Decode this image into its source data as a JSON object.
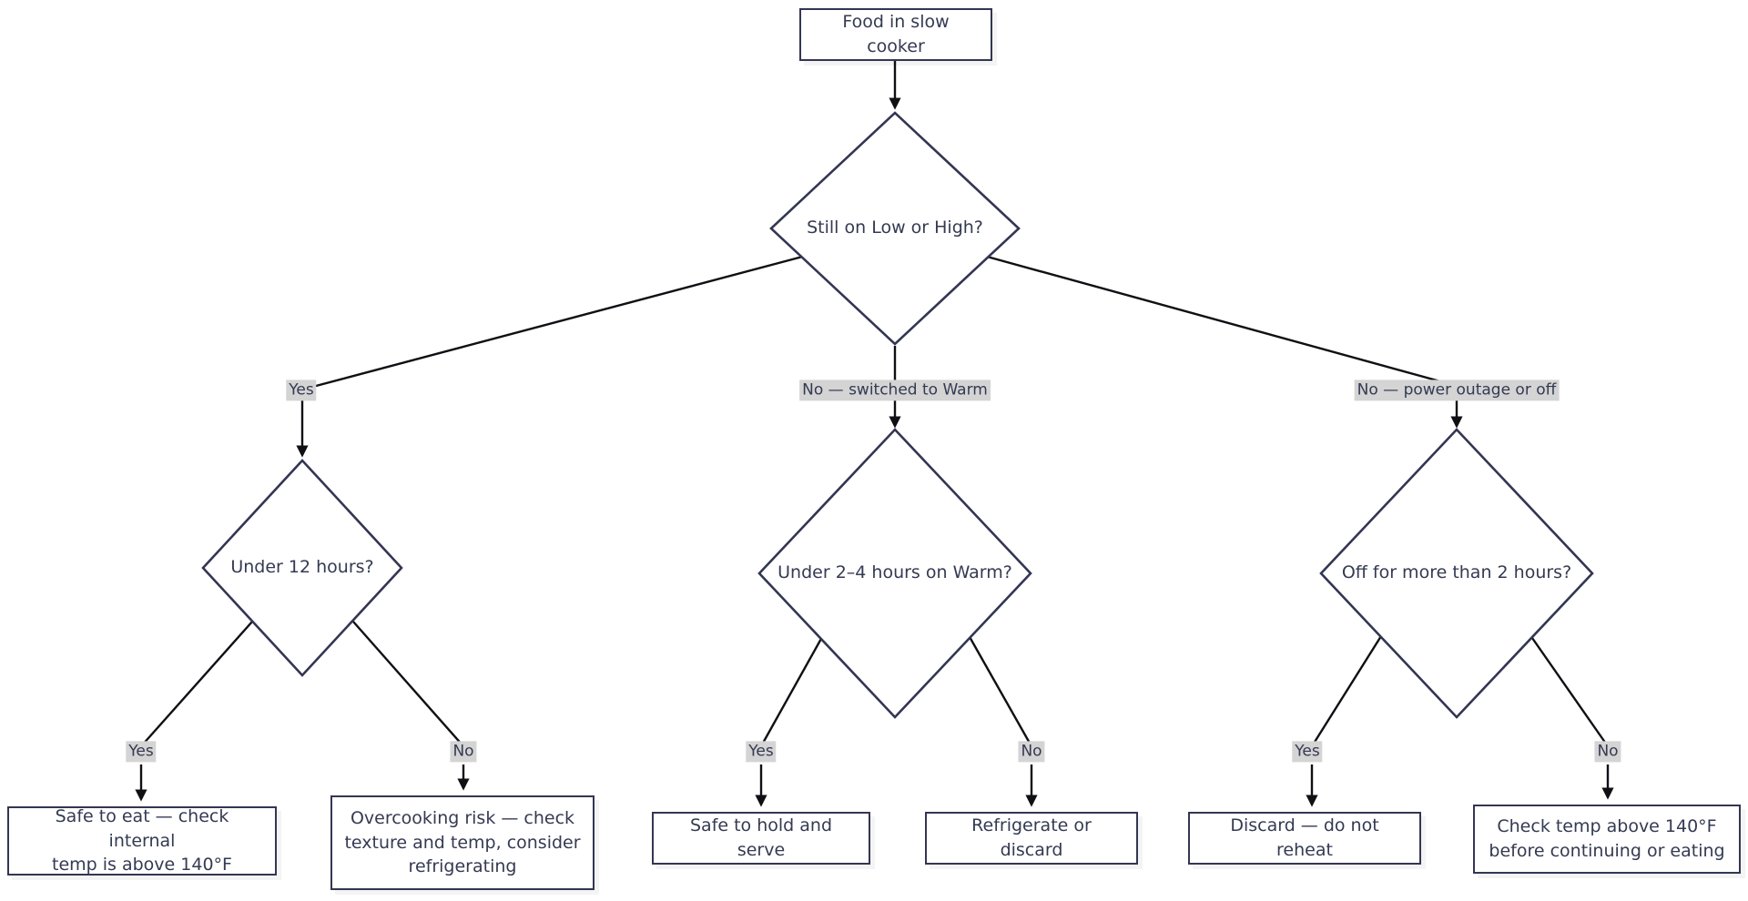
{
  "diagram": {
    "title": "Food in slow cooker safety decision flowchart",
    "type": "flowchart",
    "colors": {
      "node_border": "#333652",
      "node_fill": "#ffffff",
      "text": "#343a52",
      "edge": "#0f0f14",
      "edge_label_bg": "#d4d4d4",
      "background": "#ffffff"
    }
  },
  "nodes": {
    "start": {
      "label": "Food in slow cooker",
      "shape": "rect"
    },
    "q_power": {
      "label": "Still on Low or High?",
      "shape": "diamond"
    },
    "q_hours12": {
      "label": "Under 12 hours?",
      "shape": "diamond"
    },
    "q_warm": {
      "label": "Under 2–4 hours on Warm?",
      "shape": "diamond"
    },
    "q_off2": {
      "label": "Off for more than 2 hours?",
      "shape": "diamond"
    },
    "r_safe_eat": {
      "label": "Safe to eat — check internal\ntemp is above 140°F",
      "shape": "rect"
    },
    "r_overcook": {
      "label": "Overcooking risk — check\ntexture and temp, consider\nrefrigerating",
      "shape": "rect"
    },
    "r_hold": {
      "label": "Safe to hold and serve",
      "shape": "rect"
    },
    "r_fridge": {
      "label": "Refrigerate or discard",
      "shape": "rect"
    },
    "r_discard": {
      "label": "Discard — do not reheat",
      "shape": "rect"
    },
    "r_checktemp": {
      "label": "Check temp above 140°F\nbefore continuing or eating",
      "shape": "rect"
    }
  },
  "edge_labels": {
    "still_yes": "Yes",
    "still_warm": "No — switched to Warm",
    "still_off": "No — power outage or off",
    "h12_yes": "Yes",
    "h12_no": "No",
    "warm_yes": "Yes",
    "warm_no": "No",
    "off_yes": "Yes",
    "off_no": "No"
  }
}
